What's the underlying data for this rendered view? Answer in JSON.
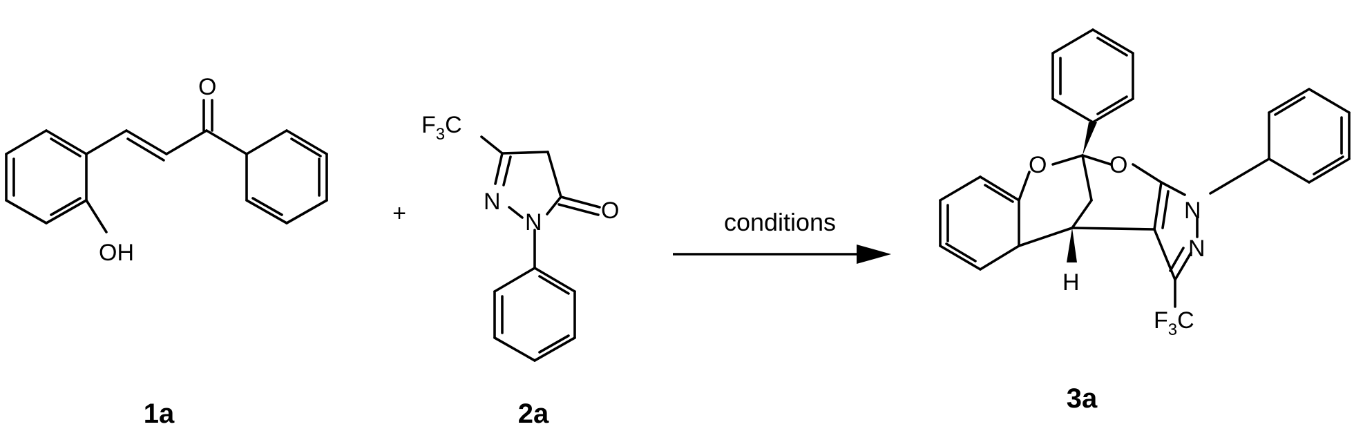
{
  "scheme": {
    "plus_sign": "+",
    "conditions_label": "conditions",
    "compounds": {
      "c1": {
        "label": "1a"
      },
      "c2": {
        "label": "2a"
      },
      "c3": {
        "label": "3a"
      }
    },
    "atoms": {
      "O": "O",
      "OH": "OH",
      "N": "N",
      "H": "H",
      "F": "F",
      "C": "C",
      "three": "3"
    }
  }
}
